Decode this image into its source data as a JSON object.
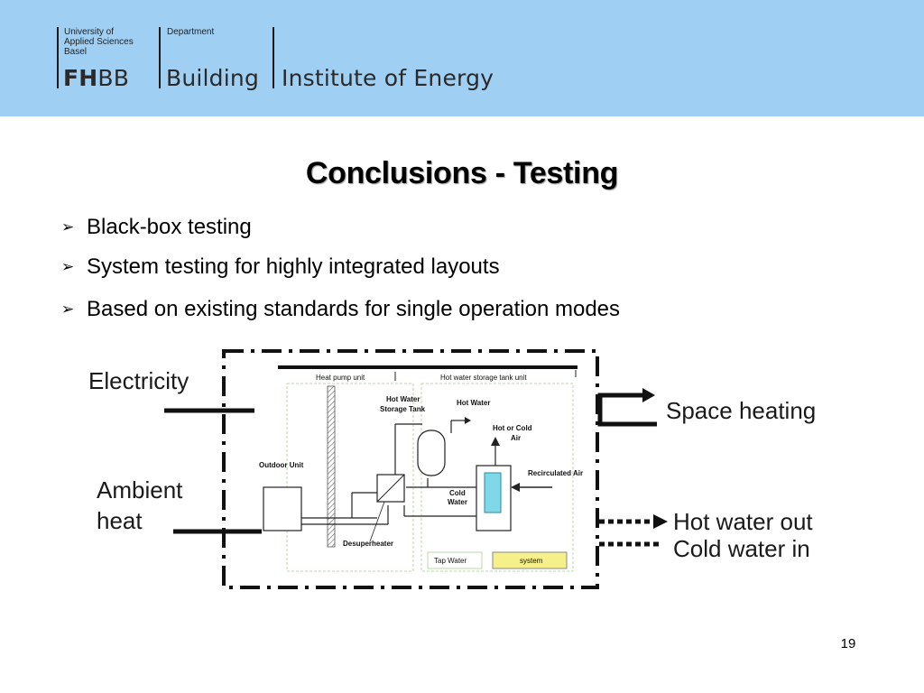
{
  "header": {
    "university_line1": "University of",
    "university_line2": "Applied Sciences",
    "university_line3": "Basel",
    "fhbb_bold": "FH",
    "fhbb_rest": "BB",
    "department_label": "Department",
    "department_name": "Building",
    "institute_name": "Institute of Energy",
    "background_color": "#9fd0f4"
  },
  "slide": {
    "title": "Conclusions - Testing",
    "bullet_glyph": "➢",
    "bullets": [
      "Black-box testing",
      "System testing for highly integrated layouts",
      "Based on existing standards for single operation modes"
    ],
    "page_number": "19"
  },
  "diagram": {
    "left_labels": {
      "electricity": "Electricity",
      "ambient_line1": "Ambient",
      "ambient_line2": "heat"
    },
    "right_labels": {
      "space_heating": "Space heating",
      "hot_water_out": "Hot water out",
      "cold_water_in": "Cold water in"
    },
    "inner": {
      "heat_pump_unit": "Heat pump unit",
      "hot_water_storage_tank_unit": "Hot water storage tank unit",
      "hot_water_storage_tank_line1": "Hot Water",
      "hot_water_storage_tank_line2": "Storage Tank",
      "hot_water": "Hot Water",
      "hot_or_cold_air_line1": "Hot or Cold",
      "hot_or_cold_air_line2": "Air",
      "outdoor_unit": "Outdoor Unit",
      "recirculated_air": "Recirculated Air",
      "cold_water_line1": "Cold",
      "cold_water_line2": "Water",
      "desuperheater": "Desuperheater",
      "tap_water": "Tap Water",
      "system": "system"
    },
    "colors": {
      "system_box": "#f5f08a",
      "coil": "#7fd8e8"
    }
  }
}
